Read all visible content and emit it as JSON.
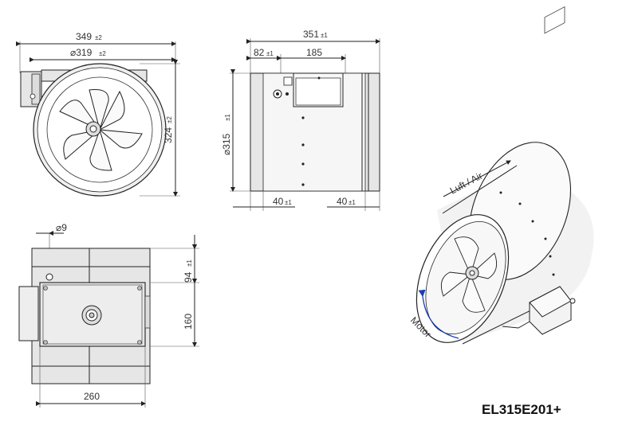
{
  "model": "EL315E201+",
  "dimensions": {
    "front_width": {
      "value": "349",
      "tol": "±2"
    },
    "front_diameter": {
      "value": "⌀319",
      "tol": "±2"
    },
    "front_height": {
      "value": "324",
      "tol": "±2"
    },
    "side_length": {
      "value": "351",
      "tol": "±1"
    },
    "side_offset": {
      "value": "82",
      "tol": "±1"
    },
    "side_box": {
      "value": "185"
    },
    "side_diameter": {
      "value": "⌀315",
      "tol": "±1"
    },
    "side_left_collar": {
      "value": "40",
      "tol": "±1"
    },
    "side_right_collar": {
      "value": "40",
      "tol": "±1"
    },
    "bottom_hole": {
      "value": "⌀9"
    },
    "bottom_offset": {
      "value": "94",
      "tol": "±1"
    },
    "bottom_plate_height": {
      "value": "160"
    },
    "bottom_width": {
      "value": "260"
    }
  },
  "iso_labels": {
    "airflow": "Luft / Air",
    "rotation": "Motor"
  },
  "colors": {
    "line": "#222222",
    "body_fill": "#e6e6e6",
    "rotation_arrow": "#1a3fb0"
  }
}
